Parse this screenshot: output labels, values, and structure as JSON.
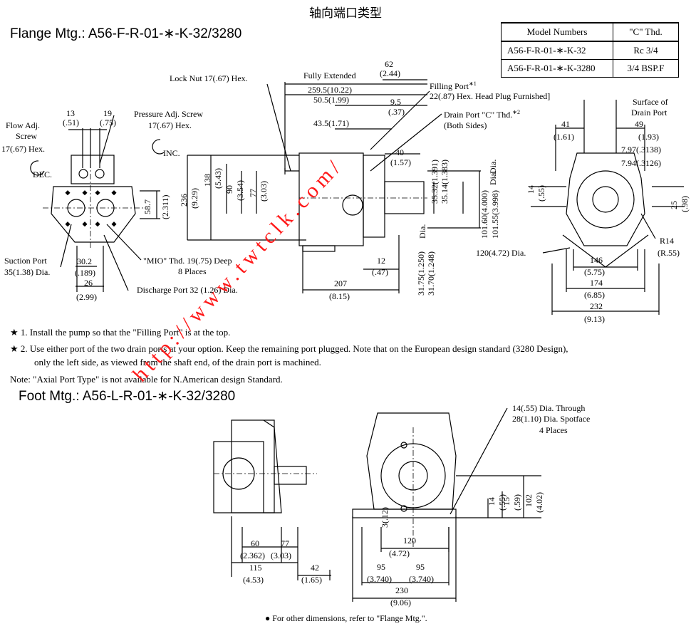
{
  "page_title": "轴向端口类型",
  "flange": {
    "heading": "Flange Mtg.:  A56-F-R-01-∗-K-32/3280",
    "labels": {
      "lock_nut": "Lock Nut 17(.67) Hex.",
      "fully_extended": "Fully Extended",
      "filling_port": "Filling Port",
      "filling_port_star": "∗1",
      "filling_port_detail": "22(.87) Hex. Head Plug Furnished]",
      "drain_port": "Drain Port \"C\" Thd.",
      "drain_port_star": "∗2",
      "both_sides": "(Both Sides)",
      "surface_drain_1": "Surface of",
      "surface_drain_2": "Drain Port",
      "flow_adj_1": "Flow Adj.",
      "flow_adj_2": "Screw",
      "flow_adj_3": "17(.67) Hex.",
      "pressure_adj_1": "Pressure Adj. Screw",
      "pressure_adj_2": "17(.67) Hex.",
      "dec": "DEC.",
      "inc": "INC.",
      "suction_1": "Suction Port",
      "suction_2": "35(1.38) Dia.",
      "mio_1": "\"MIO\" Thd. 19(.75) Deep",
      "mio_2": "8 Places",
      "discharge": "Discharge Port 32 (1.26) Dia.",
      "dia_120": "120(4.72) Dia.",
      "r14": "R14",
      "r14b": "(R.55)"
    },
    "dims": {
      "d62": "62",
      "d62b": "(2.44)",
      "d259": "259.5(10.22)",
      "d50": "50.5(1.99)",
      "d9": "9.5",
      "d9b": "(.37)",
      "d43": "43.5(1.71)",
      "d40": "40",
      "d40b": "(1.57)",
      "d13": "13",
      "d13b": "(.51)",
      "d19": "19",
      "d19b": "(.75)",
      "d58": "58.7",
      "d58b": "(2.311)",
      "d30": "30.2",
      "d30b": "(.189)",
      "d26": "26",
      "d26b": "(2.99)",
      "v236": "236",
      "v236b": "(9.29)",
      "v138": "138",
      "v138b": "(5.43)",
      "v90": "90",
      "v90b": "(3.54)",
      "v77": "77",
      "v77b": "(3.03)",
      "v35a": "35.32(1.391)",
      "v35b": "35.14(1.383)",
      "vdia": "Dia.",
      "v101a": "101.60(4.000)",
      "v101b": "101.55(3.998)",
      "v101dia": "Dia.",
      "v31a": "31.75(1.250)",
      "v31b": "31.70(1.248)",
      "v31dia": "Dia.",
      "d12": "12",
      "d12b": "(.47)",
      "d207": "207",
      "d207b": "(8.15)",
      "d41": "41",
      "d41b": "(1.61)",
      "d49": "49",
      "d49b": "(1.93)",
      "d797": "7.97(.3138)",
      "d794": "7.94(.3126)",
      "v14": "14",
      "v14b": "(.55)",
      "v25": "25",
      "v25b": "(.98)",
      "d146": "146",
      "d146b": "(5.75)",
      "d174": "174",
      "d174b": "(6.85)",
      "d232": "232",
      "d232b": "(9.13)"
    }
  },
  "model_table": {
    "headers": [
      "Model Numbers",
      "\"C\" Thd."
    ],
    "rows": [
      [
        "A56-F-R-01-∗-K-32",
        "Rc 3/4"
      ],
      [
        "A56-F-R-01-∗-K-3280",
        "3/4 BSP.F"
      ]
    ]
  },
  "notes": {
    "n1": "★ 1. Install the pump so that the \"Filling Port\" is at the top.",
    "n2a": "★ 2. Use either port of the two drain ports at your option. Keep the remaining port plugged. Note that on the European design standard (3280 Design),",
    "n2b": "only the left side, as viewed from the shaft end, of the drain port is machined.",
    "n3": "Note: \"Axial Port Type\" is not available for N.American design Standard."
  },
  "foot": {
    "heading": "Foot Mtg.:  A56-L-R-01-∗-K-32/3280",
    "labels": {
      "through_1": "14(.55) Dia. Through",
      "through_2": "28(1.10) Dia. Spotface",
      "through_3": "4 Places",
      "footer": "● For other dimensions, refer to \"Flange Mtg.\"."
    },
    "dims": {
      "d60": "60",
      "d60b": "(2.362)",
      "d77": "77",
      "d77b": "(3.03)",
      "d115": "115",
      "d115b": "(4.53)",
      "d42": "42",
      "d42b": "(1.65)",
      "v3": "3(.12)",
      "d120": "120",
      "d120b": "(4.72)",
      "d95a": "95",
      "d95ab": "(3.740)",
      "d95b": "95",
      "d95bb": "(3.740)",
      "d230": "230",
      "d230b": "(9.06)",
      "v14": "14",
      "v14b": "(.55)",
      "v15": "15",
      "v15b": "(.59)",
      "v102": "102",
      "v102b": "(4.02)"
    }
  },
  "watermark": "http://www.twtclk.com/"
}
